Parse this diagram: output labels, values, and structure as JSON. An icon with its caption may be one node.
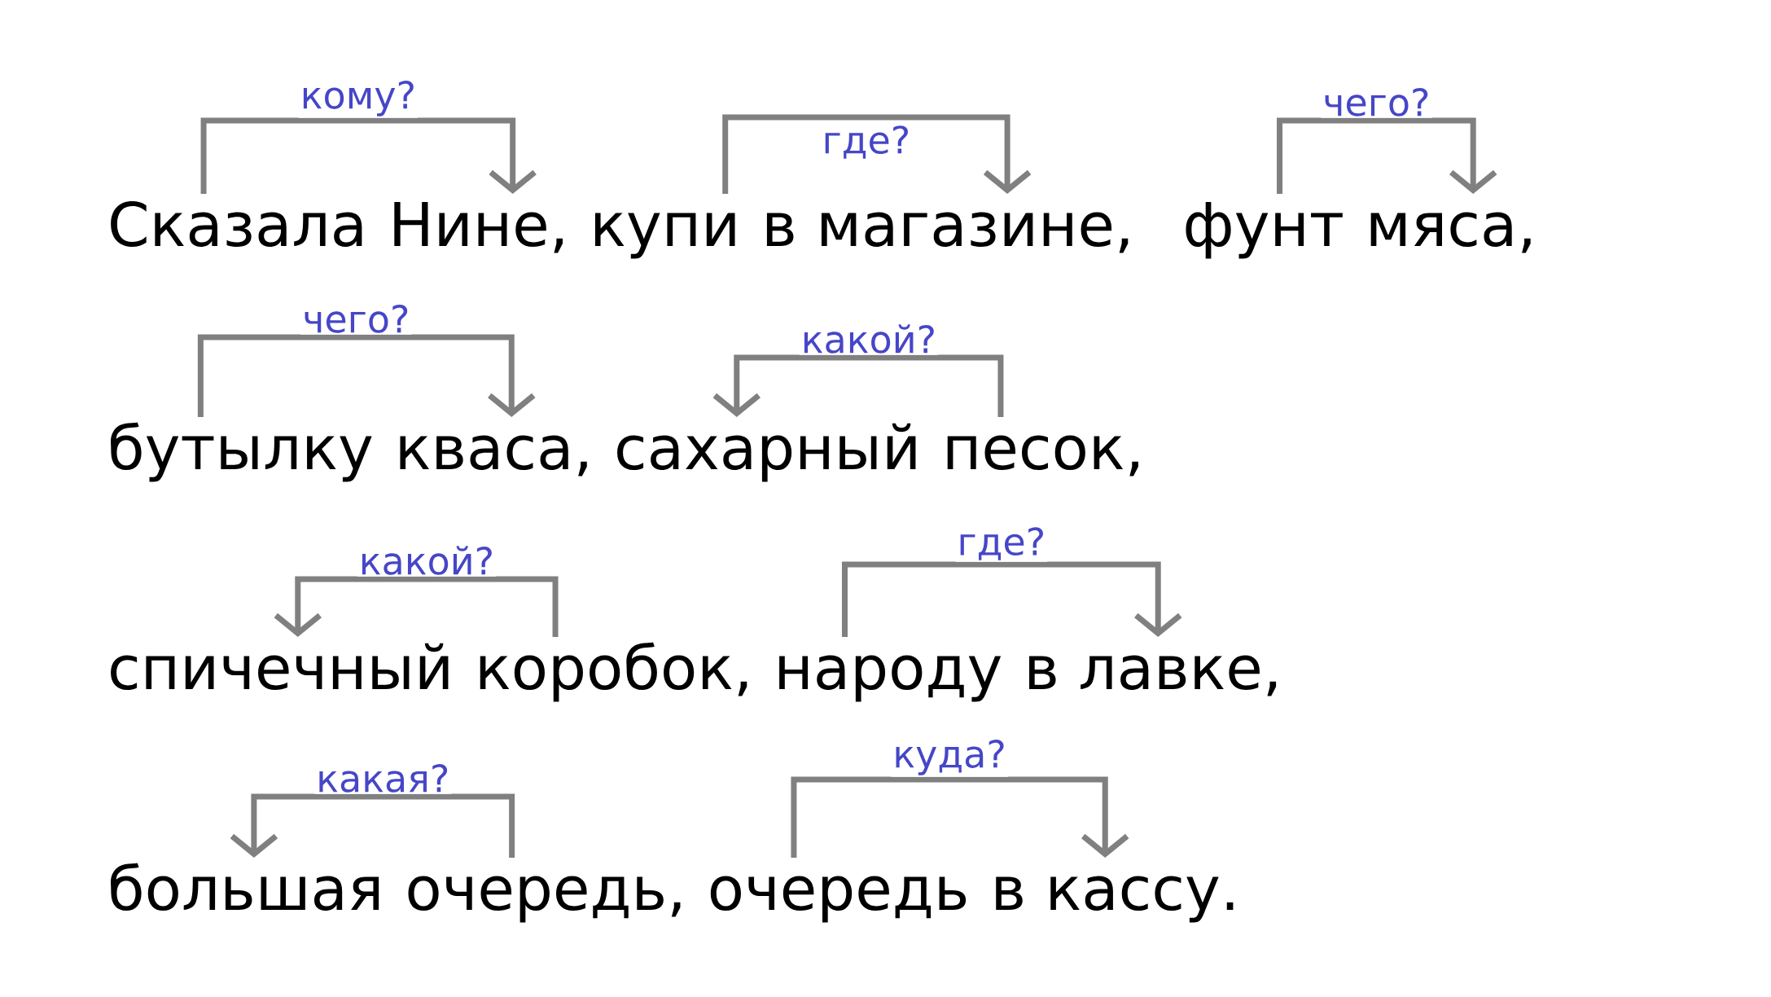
{
  "diagram": {
    "nodes": [
      {
        "text": [
          "Сказала"
        ]
      },
      {
        "text": [
          "Нине,"
        ]
      },
      {
        "text": [
          "купи"
        ]
      },
      {
        "text": [
          "в магазине,"
        ]
      },
      {
        "text": [
          "фунт"
        ]
      },
      {
        "text": [
          "мяса,"
        ]
      },
      {
        "text": [
          "бутылку"
        ]
      },
      {
        "text": [
          "кваса,"
        ]
      },
      {
        "text": [
          "сахарный"
        ]
      },
      {
        "text": [
          "песок,"
        ]
      },
      {
        "text": [
          "спичечный"
        ]
      },
      {
        "text": [
          "коробок,"
        ]
      },
      {
        "text": [
          "народу"
        ]
      },
      {
        "text": [
          "в лавке,"
        ]
      },
      {
        "text": [
          "большая"
        ]
      },
      {
        "text": [
          "очередь,"
        ]
      },
      {
        "text": [
          "очередь"
        ]
      },
      {
        "text": [
          "в кассу."
        ]
      }
    ],
    "edges": [
      {
        "from": 0,
        "to": 1,
        "arrow": "to",
        "label": "кому?"
      },
      {
        "from": 2,
        "to": 3,
        "arrow": "to",
        "label": "где?"
      },
      {
        "from": 4,
        "to": 5,
        "arrow": "to",
        "label": "чего?"
      },
      {
        "from": 6,
        "to": 7,
        "arrow": "to",
        "label": "чего?"
      },
      {
        "from": 9,
        "to": 8,
        "arrow": "to",
        "label": "какой?"
      },
      {
        "from": 11,
        "to": 10,
        "arrow": "to",
        "label": "какой?"
      },
      {
        "from": 12,
        "to": 13,
        "arrow": "to",
        "label": "где?"
      },
      {
        "from": 15,
        "to": 14,
        "arrow": "to",
        "label": "какая?"
      },
      {
        "from": 16,
        "to": 17,
        "arrow": "to",
        "label": "куда?"
      }
    ]
  }
}
